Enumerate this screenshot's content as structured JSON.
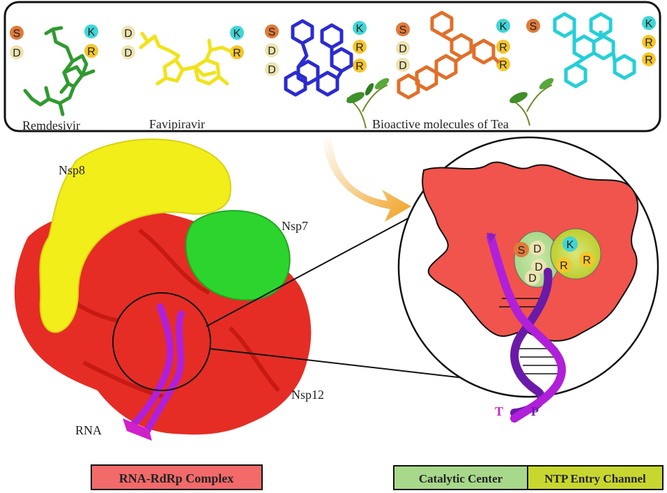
{
  "drugs": {
    "remdesivir": "Remdesivir",
    "favipiravir": "Favipiravir",
    "tea": "Bioactive molecules of Tea"
  },
  "residues": {
    "S": "S",
    "D": "D",
    "K": "K",
    "R": "R"
  },
  "protein": {
    "nsp8": "Nsp8",
    "nsp7": "Nsp7",
    "nsp12": "Nsp12",
    "rna": "RNA"
  },
  "strands": {
    "template": "T",
    "primer": "P"
  },
  "legend": {
    "complex": "RNA-RdRp Complex",
    "catalytic": "Catalytic Center",
    "ntp": "NTP Entry Channel"
  },
  "colors": {
    "remdesivir": "#2f9a2f",
    "favipiravir": "#f2e21a",
    "tea_blue": "#2b2bd0",
    "tea_orange": "#e0702a",
    "tea_cyan": "#25cfd8",
    "nsp12": "#e31b12",
    "nsp8": "#f2ee1a",
    "nsp7": "#2ed42e",
    "rna": "#b020d8",
    "catalytic": "#a8d88a",
    "ntp": "#c8d630",
    "complex_box": "#f26a6a",
    "S_circle": "#e0703a",
    "D_circle": "#ece3b0",
    "K_circle": "#3fd6d6",
    "R_circle": "#f5c62a"
  }
}
